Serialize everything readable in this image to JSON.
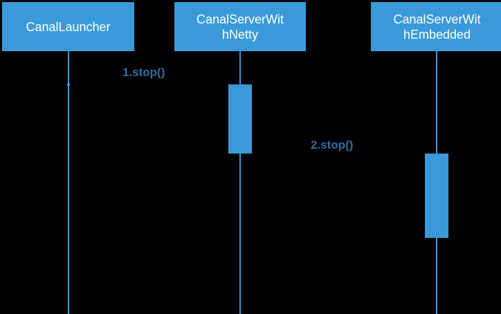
{
  "participants": [
    {
      "id": "p1",
      "name": "CanalLauncher"
    },
    {
      "id": "p2",
      "name": "CanalServerWit\nhNetty"
    },
    {
      "id": "p3",
      "name": "CanalServerWit\nhEmbedded"
    }
  ],
  "messages": [
    {
      "label": "1.stop()",
      "from": "CanalLauncher",
      "to": "CanalServerWithNetty"
    },
    {
      "label": "2.stop()",
      "from": "CanalServerWithNetty",
      "to": "CanalServerWithEmbedded"
    }
  ],
  "colors": {
    "background": "#000000",
    "participant_fill": "#3a9ad9",
    "participant_text": "#ffffff",
    "lifeline": "#3a9ad9",
    "message_text": "#2f6ea4"
  }
}
